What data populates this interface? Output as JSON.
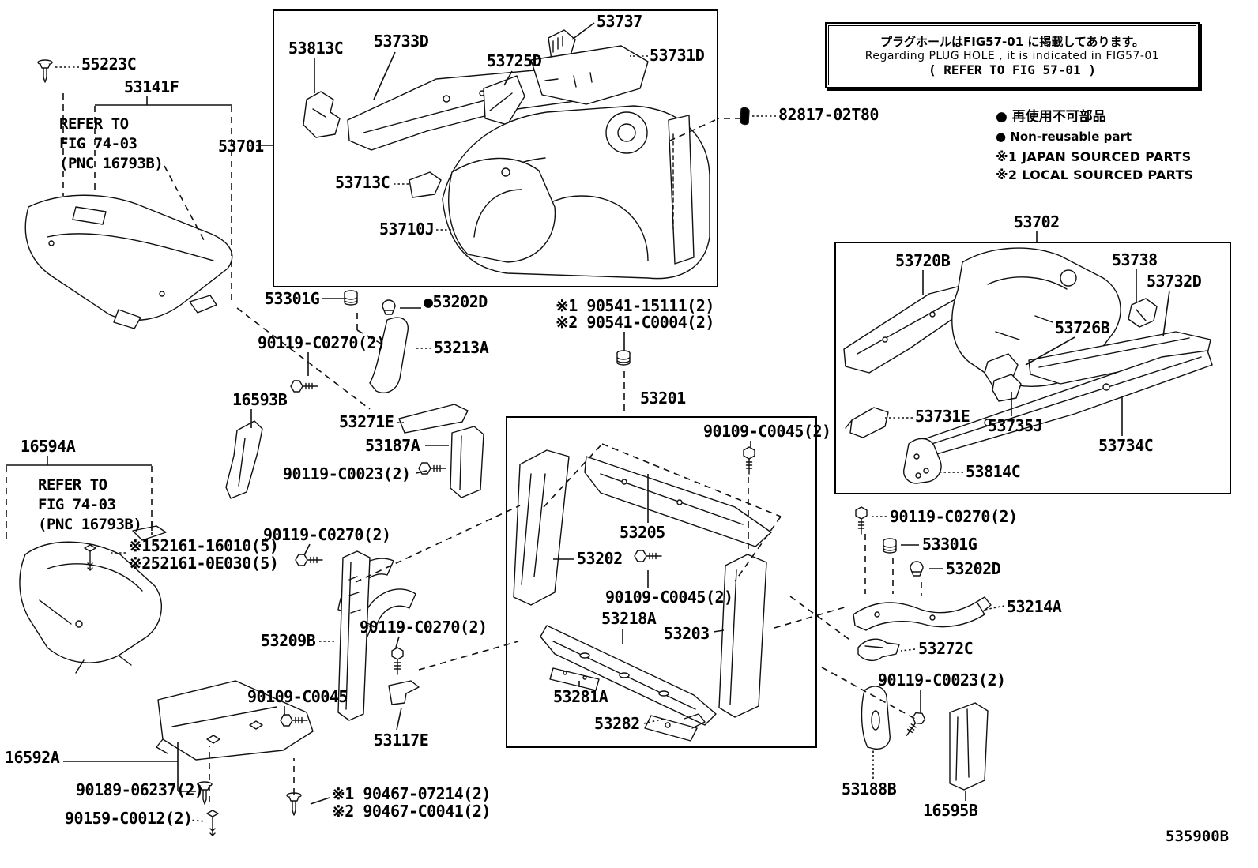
{
  "note_box": {
    "jp": "プラグホールはFIG57-01 に掲載してあります。",
    "en": "Regarding PLUG HOLE , it is indicated in FIG57-01",
    "refer": "(  REFER TO FIG 57-01  )"
  },
  "legend": {
    "non_reusable_jp": "● 再使用不可部品",
    "non_reusable_en": "● Non-reusable part",
    "japan_sourced": "※1 JAPAN SOURCED PARTS",
    "local_sourced": "※2 LOCAL SOURCED PARTS"
  },
  "refer_top": {
    "l1": "REFER TO",
    "l2": "FIG 74-03",
    "l3": "(PNC 16793B)"
  },
  "refer_left": {
    "l1": "REFER TO",
    "l2": "FIG 74-03",
    "l3": "(PNC 16793B)"
  },
  "figure_code": "535900B",
  "labels": {
    "p55223C": "55223C",
    "p53141F": "53141F",
    "p53701": "53701",
    "p53813C": "53813C",
    "p53733D": "53733D",
    "p53725D": "53725D",
    "p53737": "53737",
    "p53731D": "53731D",
    "p53713C": "53713C",
    "p53710J": "53710J",
    "p82817": "82817-02T80",
    "p53702": "53702",
    "p53720B": "53720B",
    "p53738": "53738",
    "p53732D": "53732D",
    "p53726B": "53726B",
    "p53731E": "53731E",
    "p53735J": "53735J",
    "p53734C": "53734C",
    "p53814C": "53814C",
    "p53301G_a": "53301G",
    "p53202D_a": "●53202D",
    "p90119C0270_a": "90119-C0270(2)",
    "p53213A": "53213A",
    "p16593B": "16593B",
    "p53271E": "53271E",
    "p53187A": "53187A",
    "p90119C0023_a": "90119-C0023(2)",
    "p90541_1": "※1 90541-15111(2)",
    "p90541_2": "※2 90541-C0004(2)",
    "p53201": "53201",
    "p90109C0045_a": "90109-C0045(2)",
    "p53205": "53205",
    "p53202": "53202",
    "p90109C0045_b": "90109-C0045(2)",
    "p53218A": "53218A",
    "p53203": "53203",
    "p53281A": "53281A",
    "p53282": "53282",
    "p16594A": "16594A",
    "p152161": "※152161-16010(5)",
    "p252161": "※252161-0E030(5)",
    "p90119C0270_b": "90119-C0270(2)",
    "p53209B": "53209B",
    "p90119C0270_c": "90119-C0270(2)",
    "p90109C0045_c": "90109-C0045",
    "p53117E": "53117E",
    "p16592A": "16592A",
    "p90189": "90189-06237(2)",
    "p90159": "90159-C0012(2)",
    "p90467_1": "※1 90467-07214(2)",
    "p90467_2": "※2 90467-C0041(2)",
    "p90119C0270_d": "90119-C0270(2)",
    "p53301G_b": "53301G",
    "p53202D_b": "53202D",
    "p53214A": "53214A",
    "p53272C": "53272C",
    "p90119C0023_b": "90119-C0023(2)",
    "p53188B": "53188B",
    "p16595B": "16595B"
  }
}
